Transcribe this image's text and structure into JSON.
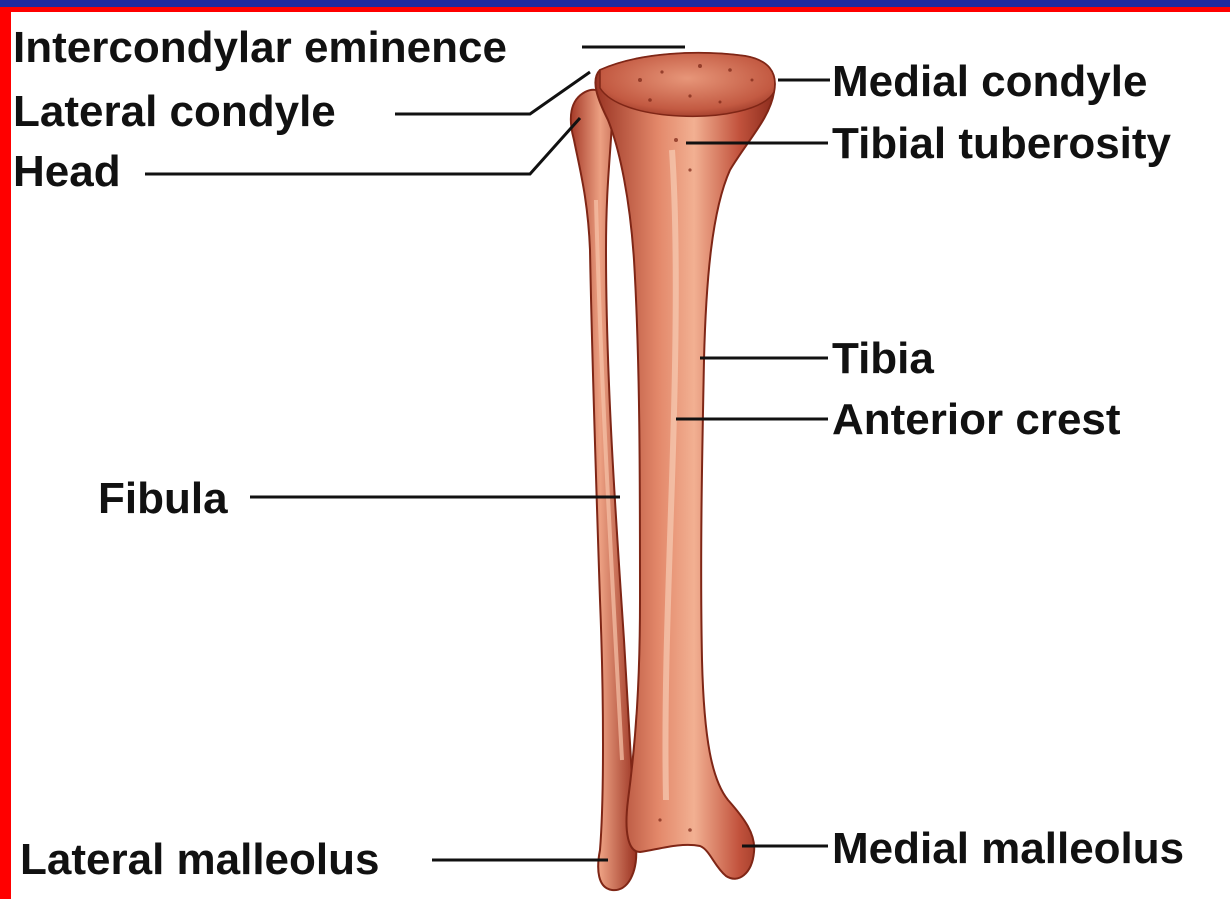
{
  "colors": {
    "frame_red": "#ff0000",
    "frame_blue_top": "#1f2aa0",
    "bone_base": "#c8553f",
    "bone_shadow": "#8e2d1e",
    "bone_highlight": "#f0a787",
    "leader_line": "#111111"
  },
  "labels": {
    "intercondylar_eminence": "Intercondylar eminence",
    "lateral_condyle": "Lateral condyle",
    "head": "Head",
    "fibula": "Fibula",
    "lateral_malleolus": "Lateral malleolus",
    "medial_condyle": "Medial condyle",
    "tibial_tuberosity": "Tibial tuberosity",
    "tibia": "Tibia",
    "anterior_crest": "Anterior crest",
    "medial_malleolus": "Medial malleolus"
  }
}
